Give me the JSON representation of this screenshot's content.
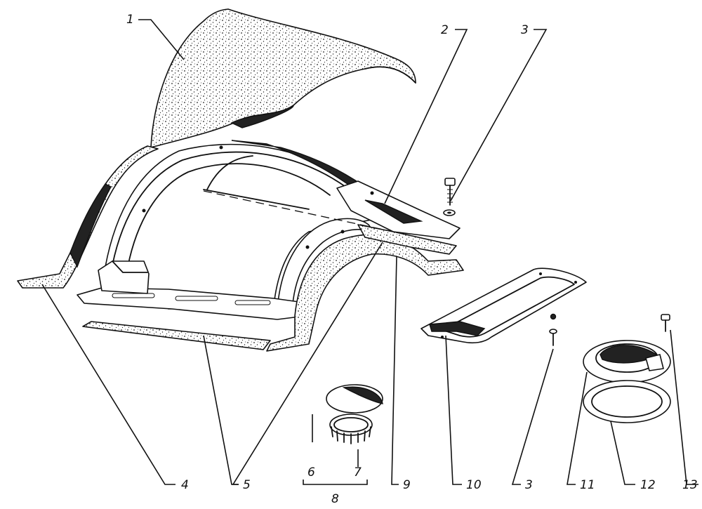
{
  "labels": {
    "l1": "1",
    "l2": "2",
    "l3a": "3",
    "l3b": "3",
    "l4": "4",
    "l5": "5",
    "l6": "6",
    "l7": "7",
    "l8": "8",
    "l9": "9",
    "l10": "10",
    "l11": "11",
    "l12": "12",
    "l13": "13"
  }
}
